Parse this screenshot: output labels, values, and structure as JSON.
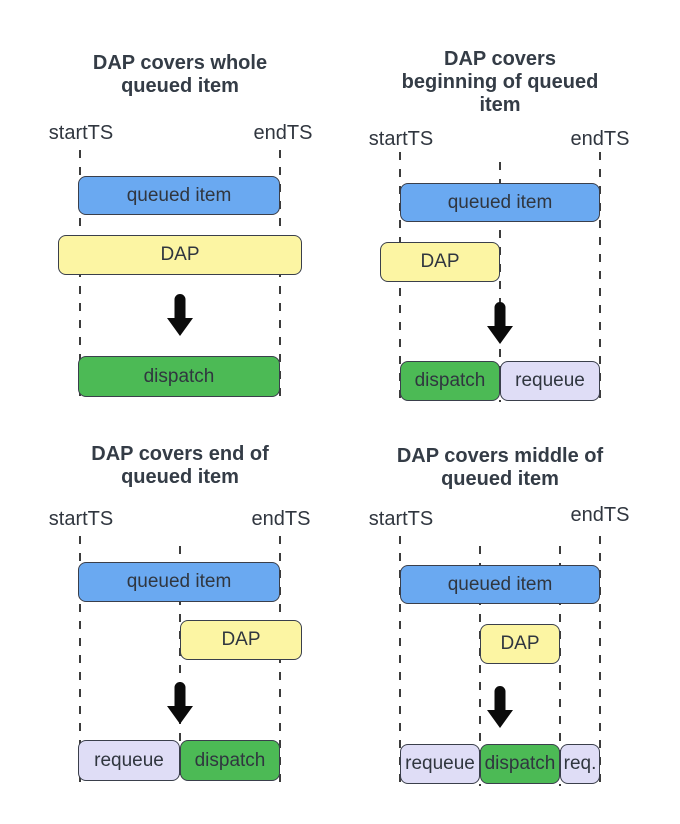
{
  "diagram": {
    "labels": {
      "start_ts": "startTS",
      "end_ts": "endTS"
    },
    "colors": {
      "background": "#ffffff",
      "queued_fill": "#6aa9f1",
      "dap_fill": "#fcf5a3",
      "dispatch_fill": "#4cba55",
      "requeue_fill": "#dfddf6",
      "border": "#3a3f4b",
      "dash": "#3c3c3c",
      "arrow": "#0b0b0b",
      "title_text": "#343c46",
      "label_text": "#30363f"
    },
    "panels": [
      {
        "name": "dap-covers-whole",
        "title_lines": [
          "DAP covers whole",
          "queued item"
        ],
        "queued_label": "queued item",
        "dap_label": "DAP",
        "results": [
          {
            "kind": "dispatch",
            "label": "dispatch"
          }
        ]
      },
      {
        "name": "dap-covers-beginning",
        "title_lines": [
          "DAP covers",
          "beginning of queued",
          "item"
        ],
        "queued_label": "queued item",
        "dap_label": "DAP",
        "results": [
          {
            "kind": "dispatch",
            "label": "dispatch"
          },
          {
            "kind": "requeue",
            "label": "requeue"
          }
        ]
      },
      {
        "name": "dap-covers-end",
        "title_lines": [
          "DAP covers end of",
          "queued item"
        ],
        "queued_label": "queued item",
        "dap_label": "DAP",
        "results": [
          {
            "kind": "requeue",
            "label": "requeue"
          },
          {
            "kind": "dispatch",
            "label": "dispatch"
          }
        ]
      },
      {
        "name": "dap-covers-middle",
        "title_lines": [
          "DAP covers middle of",
          "queued item"
        ],
        "queued_label": "queued item",
        "dap_label": "DAP",
        "results": [
          {
            "kind": "requeue",
            "label": "requeue"
          },
          {
            "kind": "dispatch",
            "label": "dispatch"
          },
          {
            "kind": "requeue",
            "label": "req."
          }
        ]
      }
    ]
  }
}
